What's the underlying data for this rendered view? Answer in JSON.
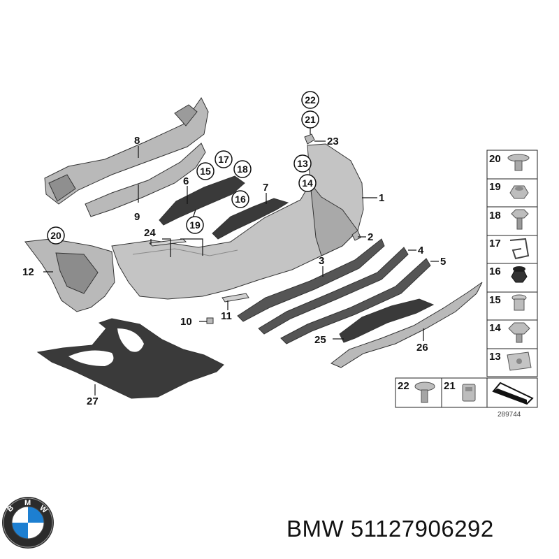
{
  "main_parts": [
    {
      "n": "1"
    },
    {
      "n": "2"
    },
    {
      "n": "3"
    },
    {
      "n": "4"
    },
    {
      "n": "5"
    },
    {
      "n": "6"
    },
    {
      "n": "7"
    },
    {
      "n": "8"
    },
    {
      "n": "9"
    },
    {
      "n": "10"
    },
    {
      "n": "11"
    },
    {
      "n": "12"
    },
    {
      "n": "23"
    },
    {
      "n": "24"
    },
    {
      "n": "25"
    },
    {
      "n": "26"
    },
    {
      "n": "27"
    }
  ],
  "circled_parts": [
    {
      "n": "22"
    },
    {
      "n": "21"
    },
    {
      "n": "13"
    },
    {
      "n": "14"
    },
    {
      "n": "17"
    },
    {
      "n": "15"
    },
    {
      "n": "18"
    },
    {
      "n": "16"
    },
    {
      "n": "19"
    },
    {
      "n": "20"
    }
  ],
  "fastener_legend": [
    {
      "n": "20",
      "icon": "plastic-nut-icon"
    },
    {
      "n": "19",
      "icon": "hex-nut-icon"
    },
    {
      "n": "18",
      "icon": "screw-icon"
    },
    {
      "n": "17",
      "icon": "spring-clip-icon"
    },
    {
      "n": "16",
      "icon": "expanding-rivet-icon"
    },
    {
      "n": "15",
      "icon": "plug-clip-icon"
    },
    {
      "n": "14",
      "icon": "body-nut-icon"
    },
    {
      "n": "13",
      "icon": "clip-nut-icon"
    }
  ],
  "bottom_legend": [
    {
      "n": "22",
      "icon": "bolt-icon"
    },
    {
      "n": "21",
      "icon": "grommet-icon"
    },
    {
      "n": "",
      "icon": "wedge-icon"
    }
  ],
  "diagram_code": "289744",
  "brand": "BMW",
  "part_number": "51127906292",
  "footer_text": "BMW 51127906292"
}
